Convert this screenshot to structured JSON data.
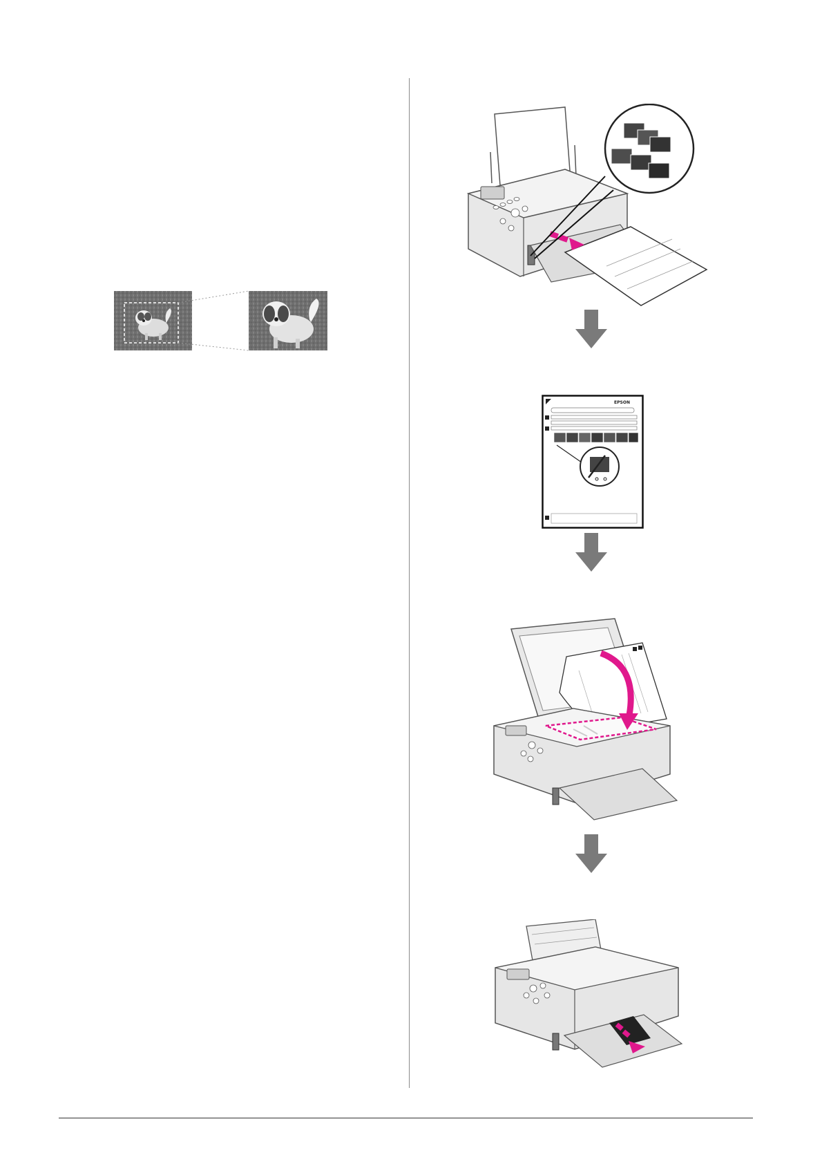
{
  "colors": {
    "accent": "#e0188c",
    "gray_arrow": "#7a7a7a",
    "rule": "#333333",
    "divider": "#8a8a8a"
  },
  "crop_figure": {
    "description_icon": "photo-crop-zoom"
  },
  "index_sheet": {
    "brand": "EPSON"
  },
  "steps": [
    {
      "name": "print-index-sheet",
      "icon": "printer-output-icon"
    },
    {
      "name": "mark-index-sheet",
      "icon": "index-sheet-icon"
    },
    {
      "name": "scan-index-sheet",
      "icon": "scanner-lid-icon"
    },
    {
      "name": "print-photos",
      "icon": "printer-photo-output-icon"
    }
  ]
}
